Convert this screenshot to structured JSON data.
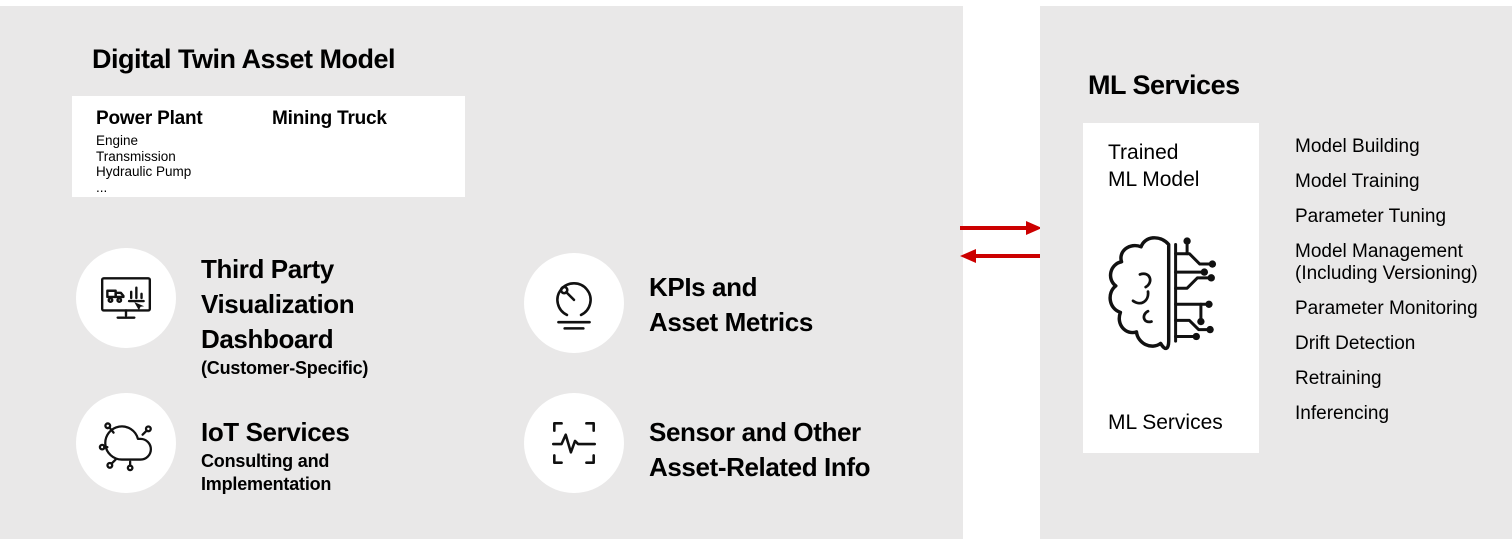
{
  "colors": {
    "panel_bg": "#e9e8e8",
    "card_bg": "#ffffff",
    "text": "#000000",
    "arrow": "#cc0000"
  },
  "left_panel": {
    "title": "Digital Twin Asset Model",
    "asset_box": {
      "columns": [
        {
          "heading": "Power Plant",
          "items": [
            "Engine",
            "Transmission",
            "Hydraulic Pump",
            "..."
          ]
        },
        {
          "heading": "Mining Truck",
          "items": []
        }
      ]
    },
    "features": [
      {
        "icon": "monitor-dashboard-icon",
        "title": "Third Party\nVisualization\nDashboard",
        "subtitle": "(Customer-Specific)"
      },
      {
        "icon": "gauge-icon",
        "title": "KPIs and\nAsset Metrics",
        "subtitle": ""
      },
      {
        "icon": "iot-cloud-icon",
        "title": "IoT Services",
        "subtitle": "Consulting and\nImplementation"
      },
      {
        "icon": "sensor-waveform-icon",
        "title": "Sensor and Other\nAsset-Related Info",
        "subtitle": ""
      }
    ]
  },
  "connector": {
    "direction": "bidirectional"
  },
  "right_panel": {
    "title": "ML Services",
    "model_card": {
      "top_label": "Trained\nML Model",
      "icon": "brain-circuit-icon",
      "bottom_label": "ML Services"
    },
    "services": [
      "Model Building",
      "Model Training",
      "Parameter Tuning",
      "Model Management\n(Including Versioning)",
      "Parameter Monitoring",
      "Drift Detection",
      "Retraining",
      "Inferencing"
    ]
  }
}
